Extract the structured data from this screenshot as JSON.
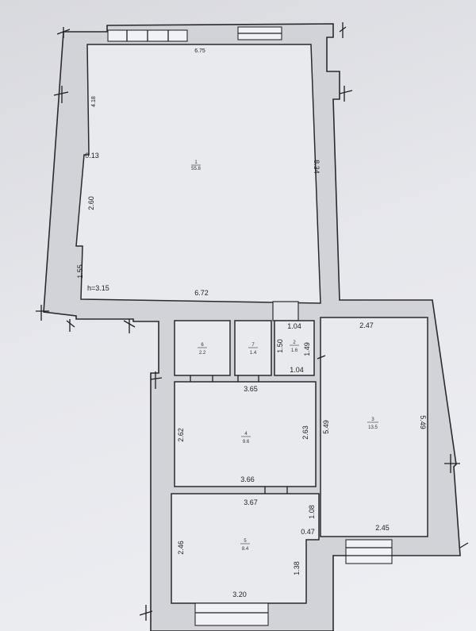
{
  "rooms": [
    {
      "id": "1",
      "number": "1",
      "area": "55.8"
    },
    {
      "id": "2",
      "number": "2",
      "area": "1.6"
    },
    {
      "id": "3",
      "number": "3",
      "area": "13.5"
    },
    {
      "id": "4",
      "number": "4",
      "area": "9.6"
    },
    {
      "id": "5",
      "number": "5",
      "area": "8.4"
    },
    {
      "id": "6",
      "number": "6",
      "area": "2.2"
    },
    {
      "id": "7",
      "number": "7",
      "area": "1.4"
    }
  ],
  "dimensions": {
    "r1_top": "6.75",
    "r1_bottom": "6.72",
    "r1_right": "8.34",
    "r1_left_top": "4.18",
    "r1_left_step": "0.13",
    "r1_left_mid": "2.60",
    "r1_left_low": "1.55",
    "ceiling_height": "h=3.15",
    "r2_top": "1.04",
    "r2_bottom": "1.04",
    "r2_left": "1.50",
    "r2_right": "1.49",
    "r3_top": "2.47",
    "r3_bottom": "2.45",
    "r3_left": "5.49",
    "r3_right": "5.49",
    "r4_top": "3.65",
    "r4_bottom": "3.66",
    "r4_left": "2.62",
    "r4_right": "2.63",
    "r5_top": "3.67",
    "r5_bottom": "3.20",
    "r5_left": "2.46",
    "r5_right_top": "1.08",
    "r5_step": "0.47",
    "r5_right_low": "1.38"
  }
}
